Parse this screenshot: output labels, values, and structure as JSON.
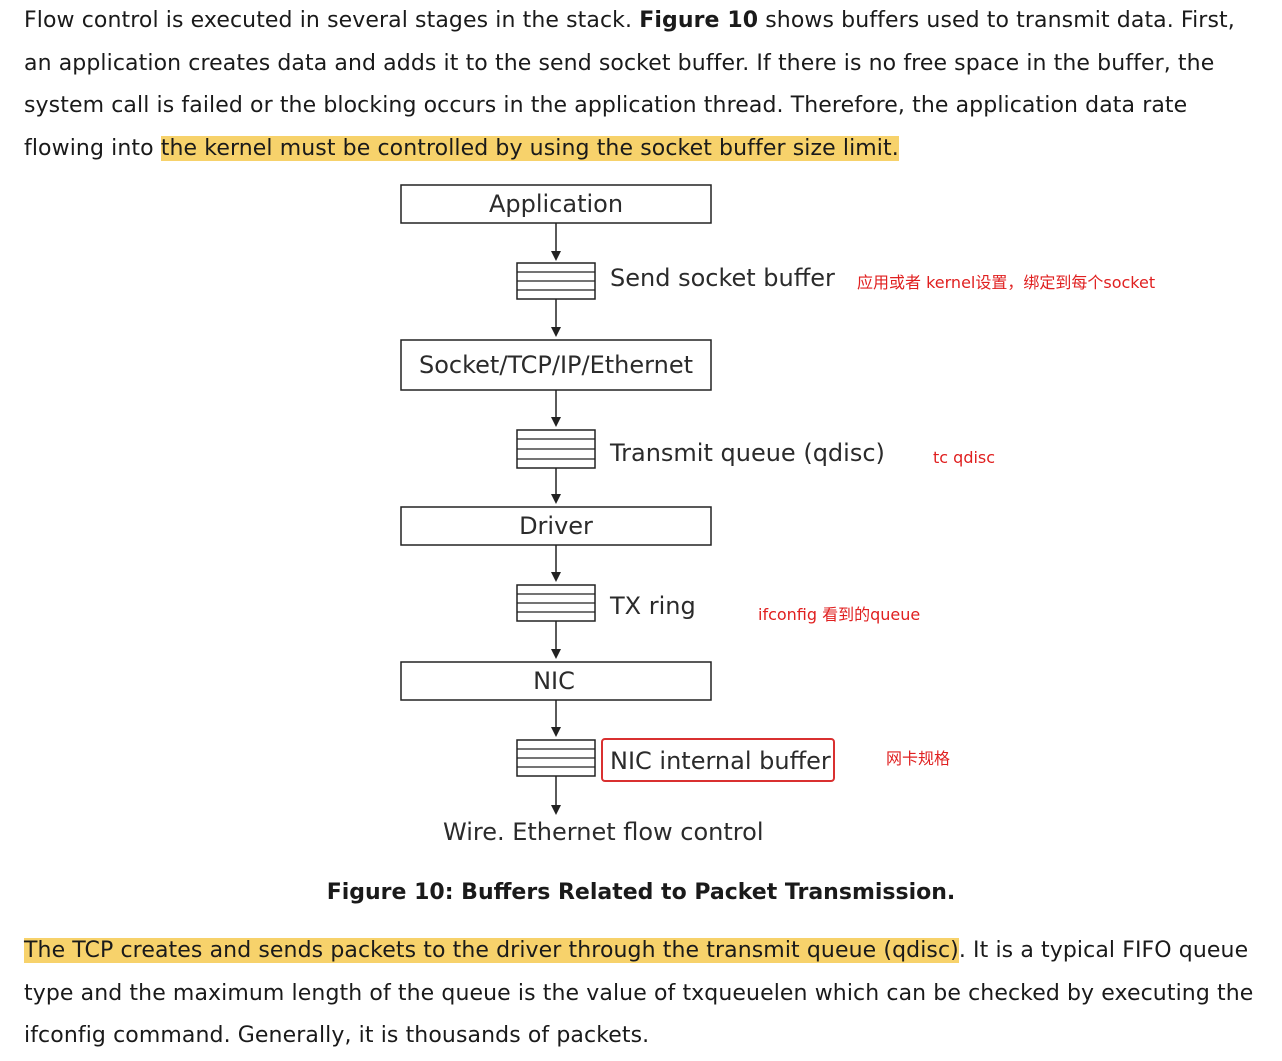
{
  "paragraph1": {
    "text_a": "Flow control is executed in several stages in the stack. ",
    "figure_ref": "Figure 10",
    "text_b": " shows buffers used to transmit data. First, an application creates data and adds it to the send socket buffer. If there is no free space in the buffer, the system call is failed or the blocking occurs in the application thread. Therefore, the application data rate flowing into ",
    "highlight": "the kernel must be controlled by using the socket buffer size limit."
  },
  "diagram": {
    "boxes": {
      "application": "Application",
      "socket_stack": "Socket/TCP/IP/Ethernet",
      "driver": "Driver",
      "nic": "NIC"
    },
    "buffers": {
      "send_socket": "Send socket buffer",
      "transmit_queue": "Transmit queue (qdisc)",
      "tx_ring": "TX ring",
      "nic_internal": "NIC internal buffer"
    },
    "wire": "Wire. Ethernet flow control",
    "notes": {
      "send_socket": "应用或者 kernel设置，绑定到每个socket",
      "transmit_queue": "tc qdisc",
      "tx_ring": "ifconfig 看到的queue",
      "nic_internal": "网卡规格"
    },
    "colors": {
      "note": "#e02020",
      "outline_highlight": "#d93030",
      "line": "#222222"
    }
  },
  "caption": "Figure 10: Buffers Related to Packet Transmission.",
  "paragraph2": {
    "highlight": "The TCP creates and sends packets to the driver through the transmit queue (qdisc)",
    "text": ". It is a typical FIFO queue type and the maximum length of the queue is the value of txqueuelen which can be checked by executing the ifconfig command. Generally, it is thousands of packets."
  },
  "colors": {
    "highlight": "#f7d26b"
  }
}
